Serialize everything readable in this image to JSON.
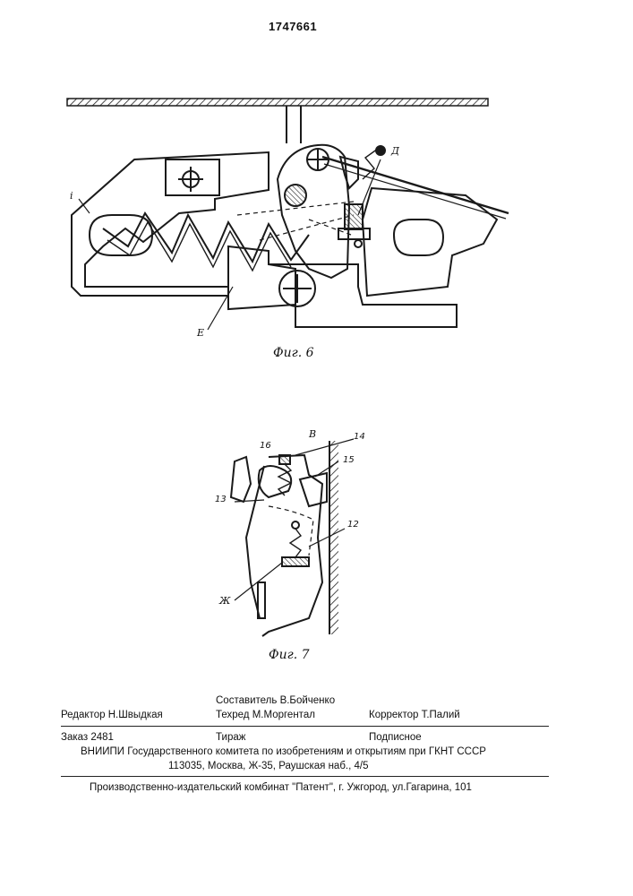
{
  "patent_number": "1747661",
  "figure6": {
    "caption": "Фиг. 6",
    "label_d": "Д",
    "label_e": "Е",
    "label_i": "i"
  },
  "figure7": {
    "caption": "Фиг. 7",
    "label_v": "В",
    "label_zh": "Ж",
    "label_12": "12",
    "label_13": "13",
    "label_14": "14",
    "label_15": "15",
    "label_16": "16"
  },
  "imprint": {
    "compiler": "Составитель  В.Бойченко",
    "editor": "Редактор  Н.Швыдкая",
    "techred": "Техред М.Моргентал",
    "corrector": "Корректор  Т.Палий",
    "order": "Заказ  2481",
    "circulation": "Тираж",
    "subscription": "Подписное",
    "institute": "ВНИИПИ Государственного комитета по изобретениям и открытиям при ГКНТ СССР",
    "address": "113035, Москва, Ж-35, Раушская наб., 4/5",
    "publisher": "Производственно-издательский комбинат \"Патент\", г. Ужгород, ул.Гагарина, 101"
  }
}
